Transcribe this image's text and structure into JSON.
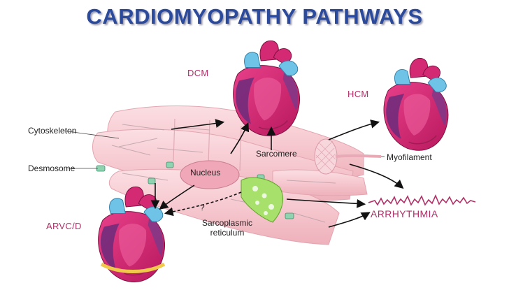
{
  "title": "CARDIOMYOPATHY PATHWAYS",
  "labels": {
    "cytoskeleton": "Cytoskeleton",
    "desmosome": "Desmosome",
    "nucleus": "Nucleus",
    "sarcomere": "Sarcomere",
    "myofilament": "Myofilament",
    "sr_line1": "Sarcoplasmic",
    "sr_line2": "reticulum",
    "question": "?"
  },
  "diseases": {
    "dcm": "DCM",
    "hcm": "HCM",
    "arvcd": "ARVC/D",
    "arrhythmia": "ARRHYTHMIA"
  },
  "colors": {
    "title": "#2b4a9b",
    "disease_label": "#b03068",
    "cell": "#f6c9cf",
    "heart_magenta": "#d42a74",
    "heart_blue": "#6fc3e6",
    "heart_purple": "#6b2b7a",
    "sr_green": "#a7e06a"
  }
}
